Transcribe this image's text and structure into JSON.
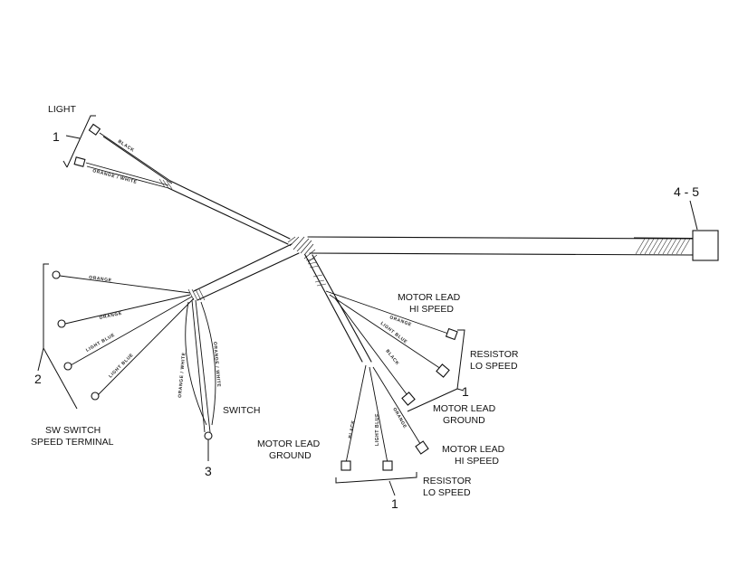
{
  "labels": {
    "light": "LIGHT",
    "sw_switch": "SW SWITCH",
    "speed_terminal": "SPEED TERMINAL",
    "switch": "SWITCH",
    "motor_lead_hi_1": "MOTOR LEAD",
    "motor_lead_hi_2": "HI SPEED",
    "resistor_lo_1": "RESISTOR",
    "resistor_lo_2": "LO SPEED",
    "motor_lead_ground_1": "MOTOR LEAD",
    "motor_lead_ground_2": "GROUND",
    "motor_lead_ground_left_1": "MOTOR LEAD",
    "motor_lead_ground_left_2": "GROUND",
    "motor_lead_hi_lower_1": "MOTOR LEAD",
    "motor_lead_hi_lower_2": "HI SPEED",
    "resistor_lower_1": "RESISTOR",
    "resistor_lower_2": "LO SPEED"
  },
  "callouts": {
    "light": "1",
    "sw_switch": "2",
    "switch": "3",
    "connector": "4 - 5",
    "right_group": "1",
    "bottom_group": "1"
  },
  "wires": {
    "black": "BLACK",
    "orange_white": "ORANGE / WHITE",
    "orange": "ORANGE",
    "light_blue": "LIGHT BLUE"
  }
}
